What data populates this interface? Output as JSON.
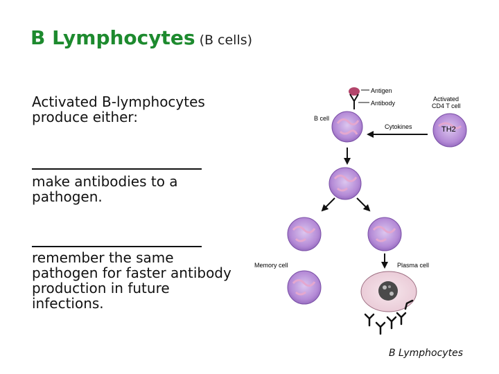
{
  "title": {
    "main": "B Lymphocytes",
    "sub": "(B cells)"
  },
  "intro": "Activated B-lymphocytes produce either:",
  "items": [
    {
      "text": "make antibodies to a pathogen."
    },
    {
      "text": "remember the same pathogen for faster antibody production in future infections."
    }
  ],
  "diagram": {
    "labels": {
      "antigen": "Antigen",
      "antibody": "Antibody",
      "b_cell": "B cell",
      "cytokines": "Cytokines",
      "activated_t_line1": "Activated",
      "activated_t_line2": "CD4 T cell",
      "th2": "TH2",
      "memory_cell": "Memory cell",
      "plasma_cell": "Plasma cell"
    }
  },
  "footer": "B Lymphocytes",
  "colors": {
    "title": "#1d8a2e",
    "cell": "#b98fd6",
    "cell_dark": "#7a4fa6",
    "arrow": "#111111"
  }
}
